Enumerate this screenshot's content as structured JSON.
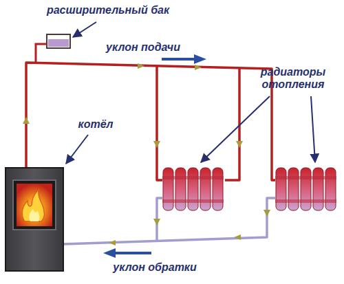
{
  "diagram": {
    "labels": [
      "расширительный бак",
      "уклон подачи",
      "радиаторы отопления",
      "котёл",
      "уклон обратки"
    ]
  }
}
